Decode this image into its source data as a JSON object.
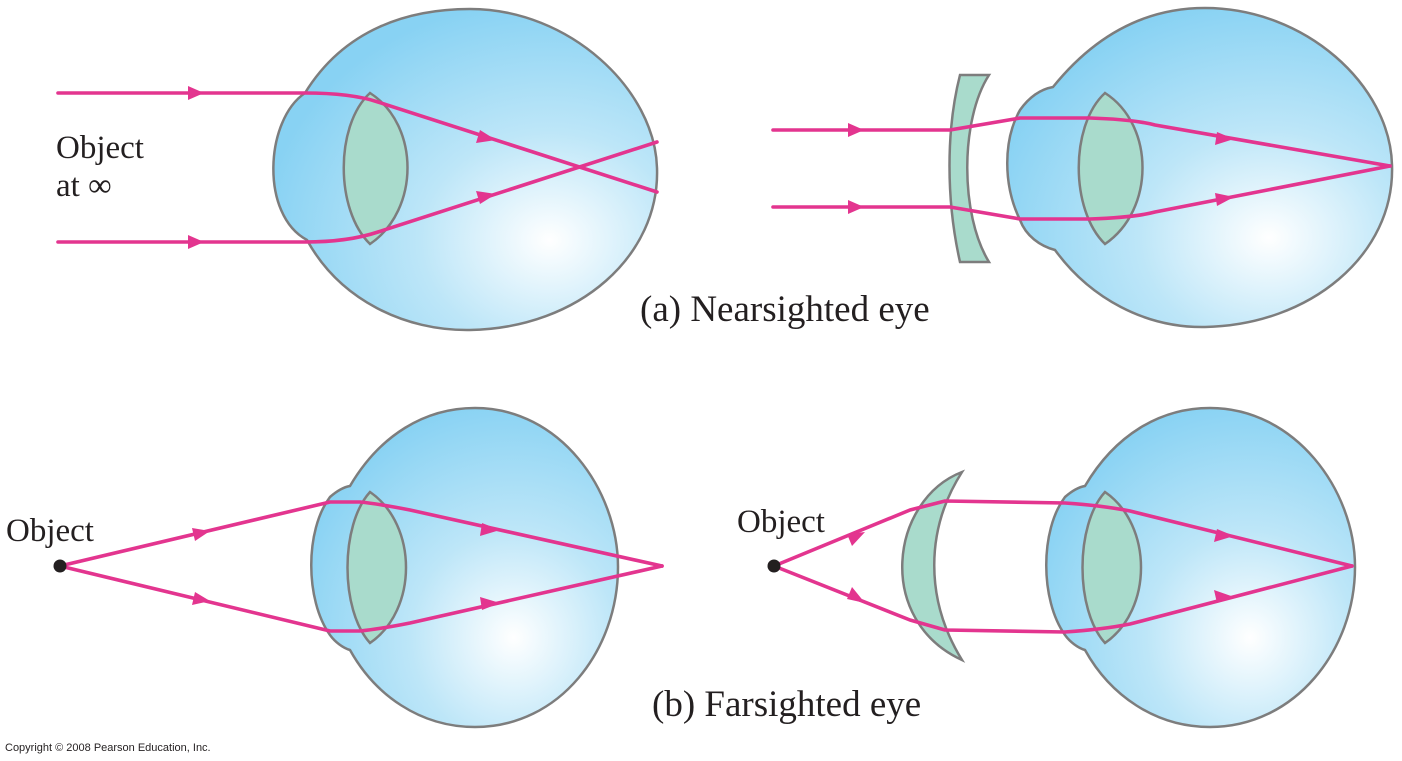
{
  "panel_a": {
    "object_label_line1": "Object",
    "object_label_line2": "at ∞",
    "caption": "(a) Nearsighted eye"
  },
  "panel_b": {
    "object_label_left": "Object",
    "object_label_right": "Object",
    "caption": "(b) Farsighted eye"
  },
  "copyright": "Copyright © 2008 Pearson Education, Inc.",
  "colors": {
    "ray": "#e3358f",
    "eye_fill": "#8fd3f4",
    "lens_fill": "#a9dbcc",
    "outline": "#7d7d7d"
  }
}
